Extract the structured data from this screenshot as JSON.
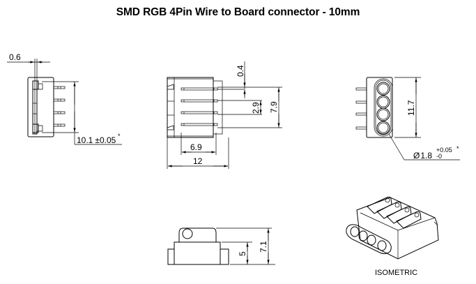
{
  "title": "SMD RGB 4Pin Wire to Board connector - 10mm",
  "views": {
    "side_view": {
      "dimensions": {
        "pin_thickness": "0.6",
        "height": "10.1",
        "height_tolerance": "±0.05",
        "critical_mark": "*"
      }
    },
    "top_view": {
      "dimensions": {
        "pin_gap": "0.4",
        "pin_pitch": "2.9",
        "pin_span": "7.9",
        "contact_length": "6.9",
        "overall_length": "12"
      },
      "pin_count": 4
    },
    "front_view": {
      "dimensions": {
        "height": "11.7",
        "hole_diameter_symbol": "Ø",
        "hole_diameter": "1.8",
        "tolerance_upper": "+0.05",
        "tolerance_lower": "-0",
        "critical_mark": "*"
      },
      "hole_count": 4
    },
    "bottom_view": {
      "dimensions": {
        "body_height": "5",
        "total_height": "7.1"
      }
    },
    "isometric_view": {
      "label": "ISOMETRIC"
    }
  }
}
